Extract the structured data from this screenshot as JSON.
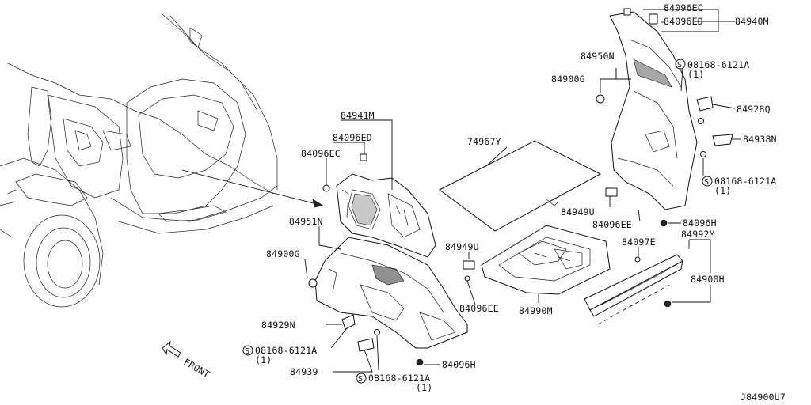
{
  "diagram_id": "J84900U7",
  "direction_label": "FRONT",
  "parts": {
    "p84096EC_top": "84096EC",
    "p84096ED_top": "84096ED",
    "p84940M": "84940M",
    "p84950N": "84950N",
    "p84900G_right": "84900G",
    "p08168_right_a": "08168-6121A",
    "p08168_right_a_qty": "(1)",
    "p84928Q": "84928Q",
    "p84938N": "84938N",
    "p08168_right_b": "08168-6121A",
    "p08168_right_b_qty": "(1)",
    "p84941M": "84941M",
    "p84096ED_mid": "84096ED",
    "p84096EC_mid": "84096EC",
    "p74967Y": "74967Y",
    "p84949U_right": "84949U",
    "p84096EE_right": "84096EE",
    "p84096H_right": "84096H",
    "p84097E": "84097E",
    "p84992M": "84992M",
    "p84900H": "84900H",
    "p84951N": "84951N",
    "p84900G_left": "84900G",
    "p84949U_left": "84949U",
    "p84096EE_left": "84096EE",
    "p84990M": "84990M",
    "p84929N": "84929N",
    "p08168_left_a": "08168-6121A",
    "p08168_left_a_qty": "(1)",
    "p84939": "84939",
    "p08168_left_b": "08168-6121A",
    "p08168_left_b_qty": "(1)",
    "p84096H_left": "84096H"
  },
  "symbols": {
    "bolt_marker": "S"
  },
  "icons": {
    "arrow": "front-arrow-icon"
  }
}
